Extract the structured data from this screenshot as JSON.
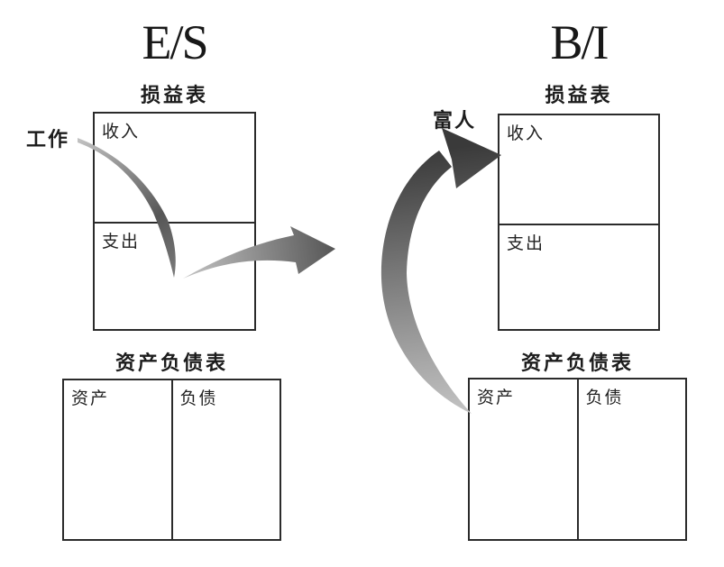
{
  "panels": {
    "left": {
      "title": "E/S",
      "annotation": "工作",
      "income_statement_label": "损益表",
      "income_label": "收入",
      "expense_label": "支出",
      "balance_sheet_label": "资产负债表",
      "asset_label": "资产",
      "liability_label": "负债"
    },
    "right": {
      "title": "B/I",
      "annotation": "富人",
      "income_statement_label": "损益表",
      "income_label": "收入",
      "expense_label": "支出",
      "balance_sheet_label": "资产负债表",
      "asset_label": "资产",
      "liability_label": "负债"
    }
  },
  "arrows": {
    "left_flow": "work-income-to-expense-arrow",
    "middle_flow": "expense-to-bi-arrow",
    "right_flow": "asset-to-income-arrow"
  },
  "colors": {
    "background": "#ffffff",
    "box_line": "#2b2b2b",
    "text": "#1c1c1c",
    "arrow_light": "#c4c4c4",
    "arrow_mid": "#7a7a7a",
    "arrow_head": "#565656",
    "arrow_dark": "#3a3a3a"
  }
}
